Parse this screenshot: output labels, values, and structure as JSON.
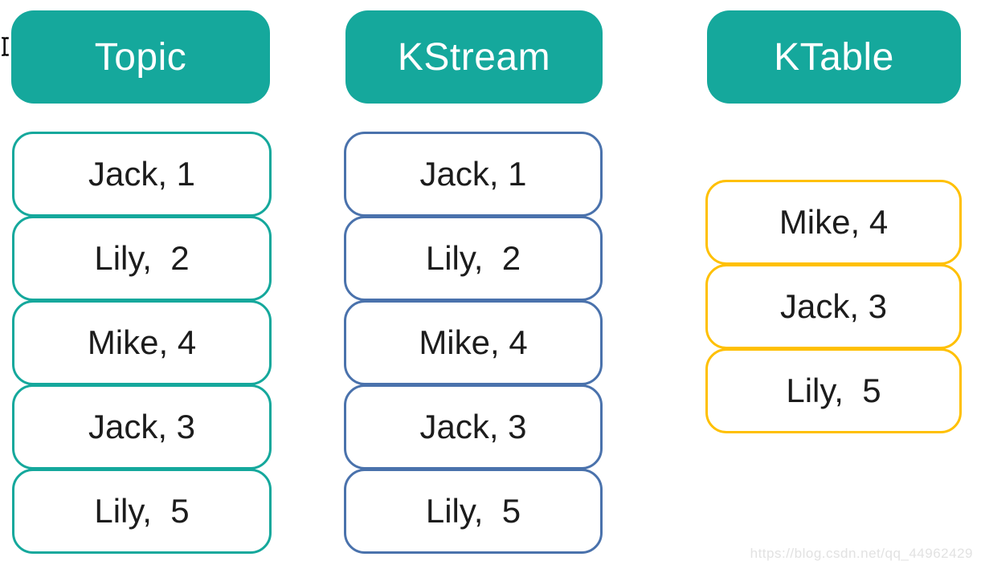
{
  "colors": {
    "teal": "#15A89C",
    "blue": "#4A72AC",
    "yellow": "#FFC000",
    "cell_text": "#1c1c1c",
    "header_text": "#ffffff",
    "watermark_gray": "#e2e2e2"
  },
  "columns": [
    {
      "id": "topic",
      "header": "Topic",
      "cells": [
        "Jack, 1",
        "Lily,  2",
        "Mike, 4",
        "Jack, 3",
        "Lily,  5"
      ]
    },
    {
      "id": "kstream",
      "header": "KStream",
      "cells": [
        "Jack, 1",
        "Lily,  2",
        "Mike, 4",
        "Jack, 3",
        "Lily,  5"
      ]
    },
    {
      "id": "ktable",
      "header": "KTable",
      "cells": [
        "Mike, 4",
        "Jack, 3",
        "Lily,  5"
      ]
    }
  ],
  "watermark": {
    "text": "https://blog.csdn.net/qq_44962429"
  },
  "cursor": {
    "type": "text-ibeam"
  }
}
